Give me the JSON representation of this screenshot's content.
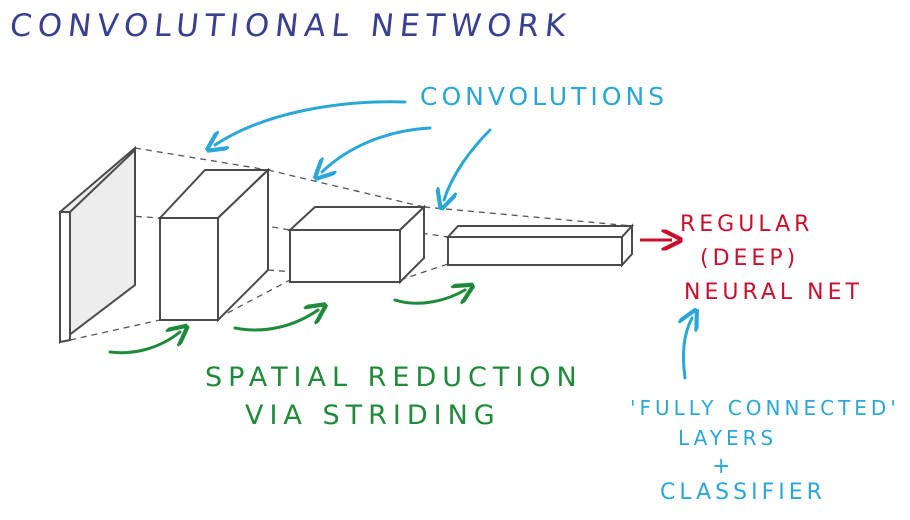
{
  "title": "CONVOLUTIONAL NETWORK",
  "labels": {
    "convolutions": "CONVOLUTIONS",
    "regular_line1": "REGULAR",
    "regular_line2": "(DEEP)",
    "regular_line3": "NEURAL NET",
    "spatial_line1": "SPATIAL REDUCTION",
    "spatial_line2": "VIA STRIDING",
    "fc_line1": "'FULLY CONNECTED'",
    "fc_line2": "LAYERS",
    "fc_line3": "+",
    "fc_line4": "CLASSIFIER"
  },
  "colors": {
    "title": "#3a3f8f",
    "convolutions": "#2aa7d6",
    "regular": "#c8102e",
    "spatial": "#1f8a3a",
    "fully_connected": "#2aa7d6",
    "outline": "#4a4a4a",
    "panel_fill": "#eeeeee"
  }
}
